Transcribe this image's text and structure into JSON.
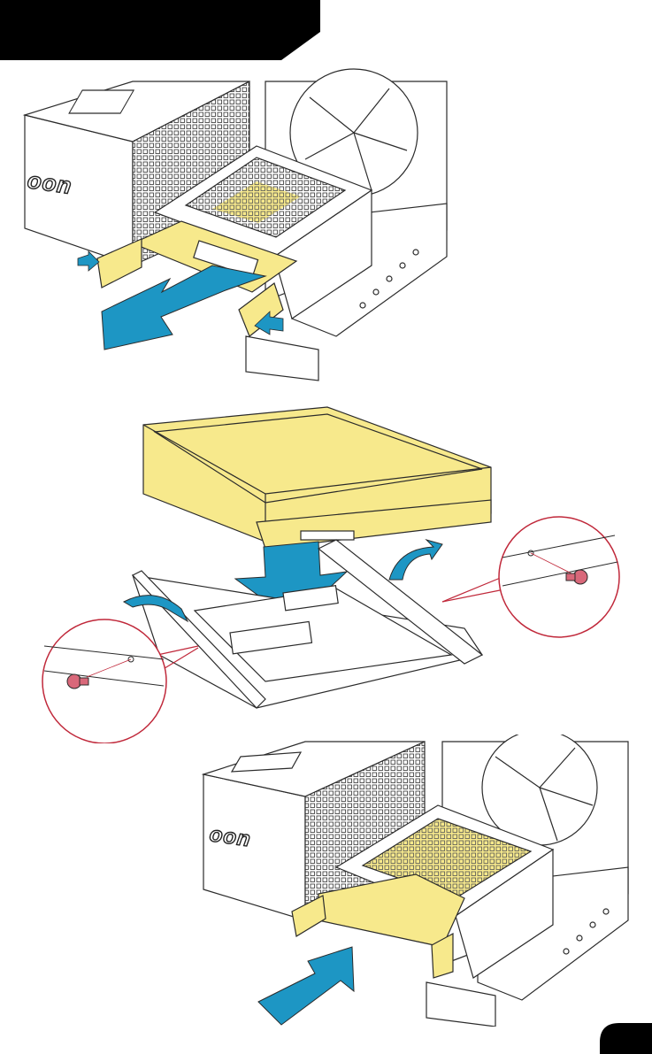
{
  "colors": {
    "accent_blue": "#1d96c4",
    "highlight_yellow": "#f7e98c",
    "screw_red": "#c0283a",
    "line": "#2b2b2b",
    "banner": "#000000"
  },
  "header": {
    "banner_text": ""
  },
  "step1": {
    "case_logo": "oon",
    "arrows": [
      "push-latch-left-arrow",
      "push-latch-right-arrow",
      "pull-out-arrow"
    ]
  },
  "step2": {
    "arrows": [
      "insert-down-arrow",
      "rotate-left-arrow",
      "rotate-right-arrow"
    ],
    "callouts": [
      "screw-detail-left",
      "screw-detail-right"
    ]
  },
  "step3": {
    "case_logo": "oon",
    "arrows": [
      "push-in-arrow"
    ]
  },
  "footer": {
    "page_number": ""
  }
}
